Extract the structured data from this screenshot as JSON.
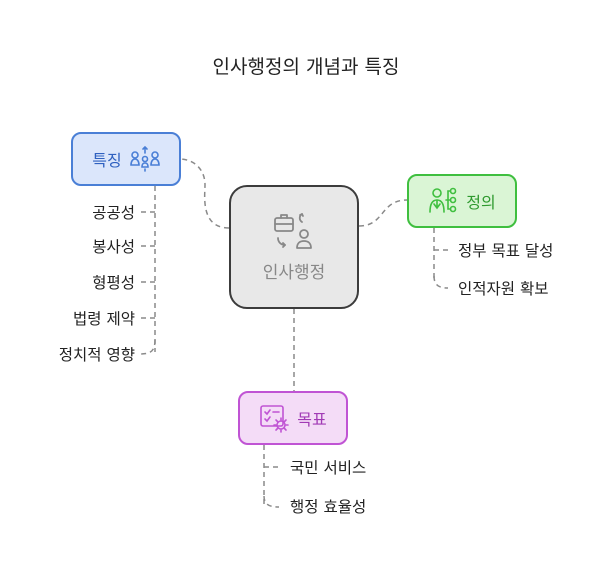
{
  "title": "인사행정의 개념과 특징",
  "center": {
    "label": "인사행정",
    "icon": "briefcase-person-icon"
  },
  "features": {
    "label": "특징",
    "icon": "people-network-icon",
    "items": [
      "공공성",
      "봉사성",
      "형평성",
      "법령 제약",
      "정치적 영향"
    ]
  },
  "definition": {
    "label": "정의",
    "icon": "person-hierarchy-icon",
    "items": [
      "정부 목표 달성",
      "인적자원 확보"
    ]
  },
  "goals": {
    "label": "목표",
    "icon": "certificate-gear-icon",
    "items": [
      "국민 서비스",
      "행정 효율성"
    ]
  },
  "colors": {
    "features_border": "#4a7fd6",
    "definition_border": "#3fbf3f",
    "goals_border": "#c054d4",
    "center_border": "#3c3c3c"
  }
}
